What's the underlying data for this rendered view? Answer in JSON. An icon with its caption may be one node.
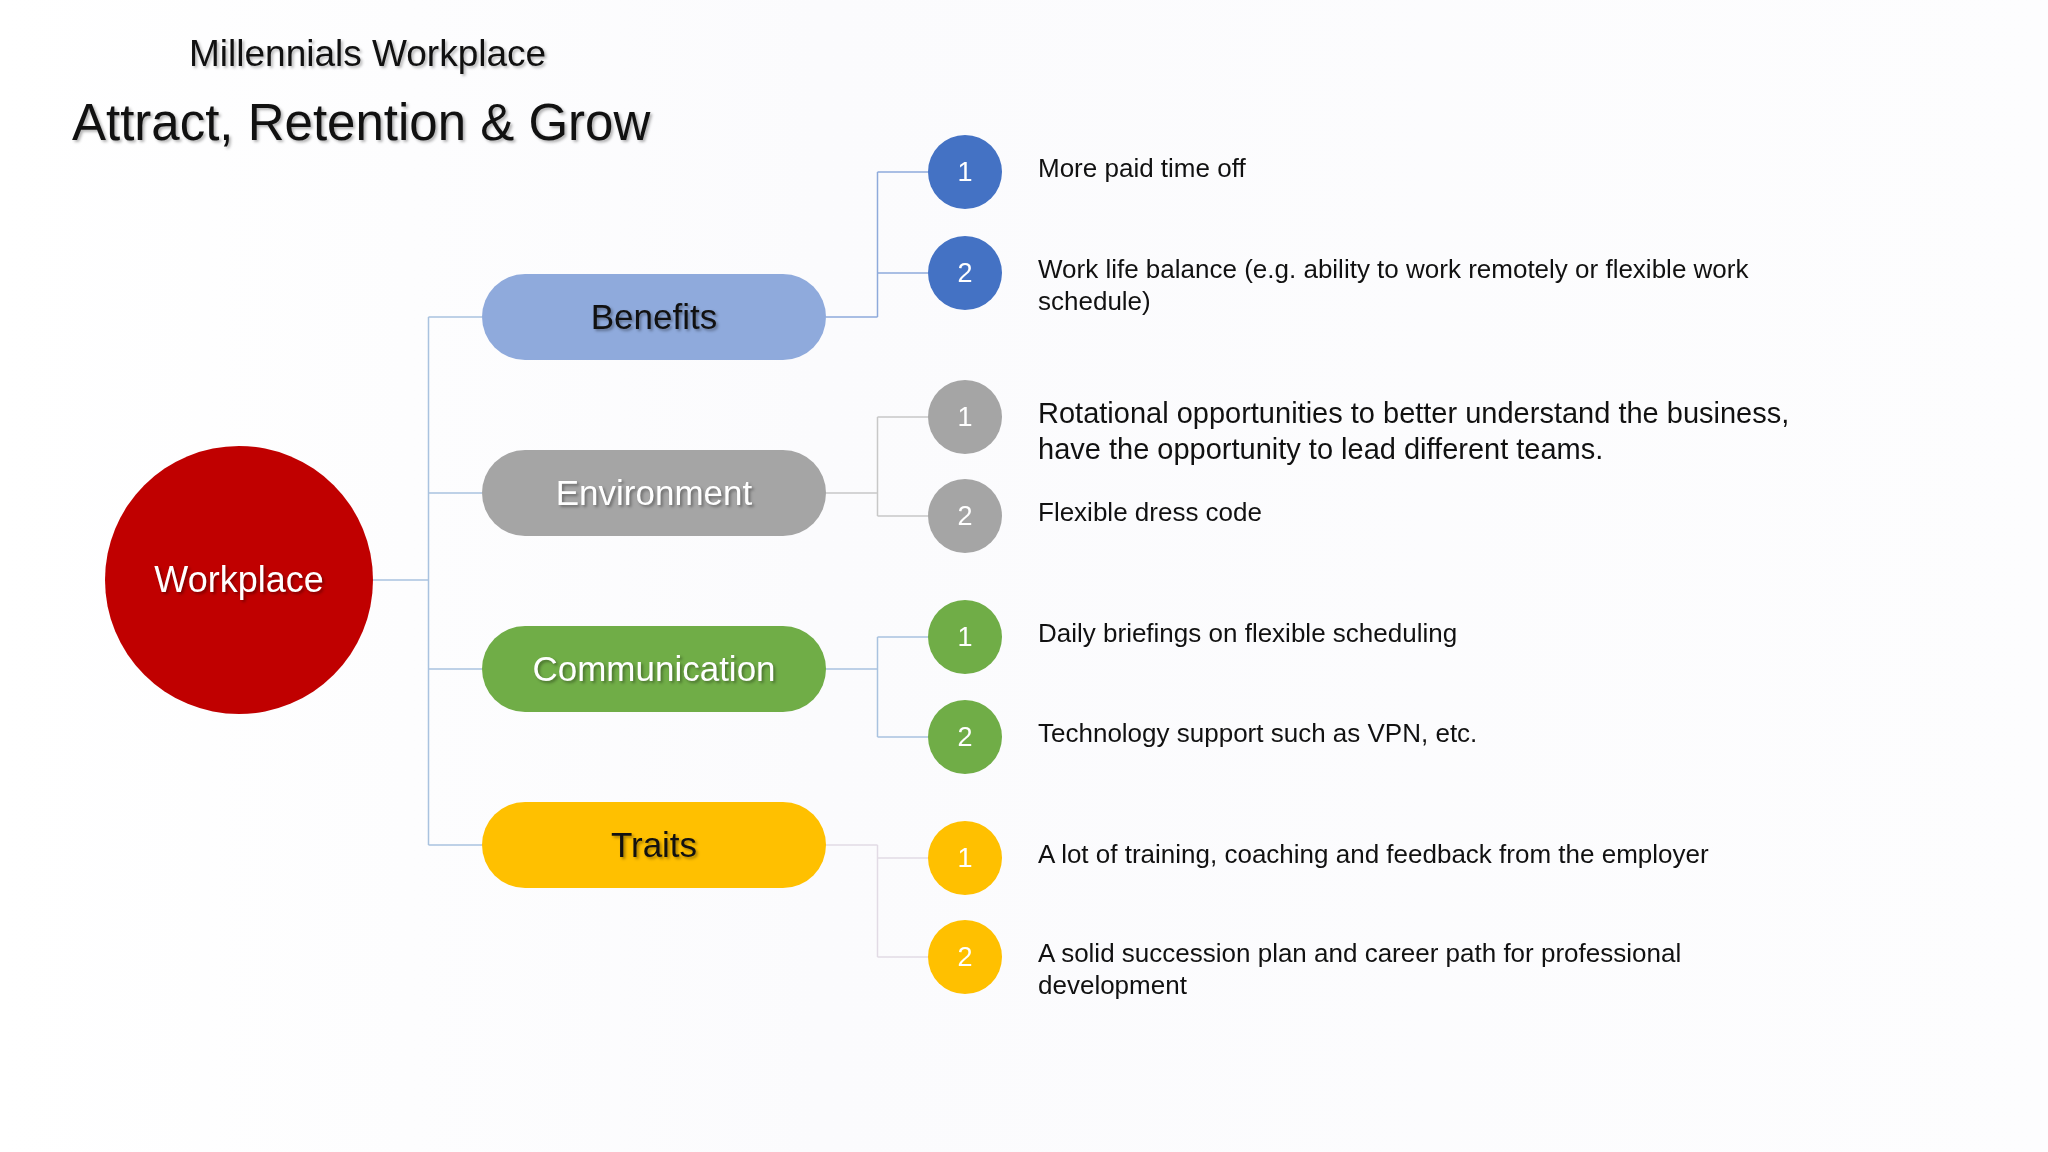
{
  "diagram": {
    "title": "Millennials Workplace",
    "nodes": [
      {
        "text": [
          "Workplace"
        ]
      },
      {
        "text": [
          "Benefits"
        ]
      },
      {
        "text": [
          "Environment"
        ]
      },
      {
        "text": [
          "Communication"
        ]
      },
      {
        "text": [
          "Traits"
        ]
      },
      {
        "text": [
          "1"
        ],
        "beside": [
          "More paid time off"
        ]
      },
      {
        "text": [
          "2"
        ],
        "beside": [
          "Work life balance (e.g. ability to work remotely or flexible work schedule)"
        ]
      },
      {
        "text": [
          "1"
        ],
        "beside": [
          "Rotational opportunities to better understand the business, have the opportunity to lead different teams."
        ]
      },
      {
        "text": [
          "2"
        ],
        "beside": [
          "Flexible dress code"
        ]
      },
      {
        "text": [
          "1"
        ],
        "beside": [
          "Daily briefings on flexible scheduling"
        ]
      },
      {
        "text": [
          "2"
        ],
        "beside": [
          "Technology support such as VPN, etc."
        ]
      },
      {
        "text": [
          "1"
        ],
        "beside": [
          "A lot of training, coaching and feedback from the employer"
        ]
      },
      {
        "text": [
          "2"
        ],
        "beside": [
          "A solid succession plan and career path for professional development"
        ]
      }
    ],
    "edges": [
      {
        "from": 0,
        "to": 1,
        "arrow": "none"
      },
      {
        "from": 0,
        "to": 2,
        "arrow": "none"
      },
      {
        "from": 0,
        "to": 3,
        "arrow": "none"
      },
      {
        "from": 0,
        "to": 4,
        "arrow": "none"
      },
      {
        "from": 1,
        "to": 5,
        "arrow": "none",
        "color": "#8eaadb"
      },
      {
        "from": 1,
        "to": 6,
        "arrow": "none",
        "color": "#8eaadb"
      },
      {
        "from": 2,
        "to": 7,
        "arrow": "none",
        "color": "#c8c8c8"
      },
      {
        "from": 2,
        "to": 8,
        "arrow": "none",
        "color": "#c8c8c8"
      },
      {
        "from": 3,
        "to": 9,
        "arrow": "none"
      },
      {
        "from": 3,
        "to": 10,
        "arrow": "none"
      },
      {
        "from": 4,
        "to": 11,
        "arrow": "none",
        "color": "#e2dbe5"
      },
      {
        "from": 4,
        "to": 12,
        "arrow": "none",
        "color": "#e2dbe5"
      }
    ],
    "labels": [
      "Attract, Retention & Grow"
    ]
  }
}
